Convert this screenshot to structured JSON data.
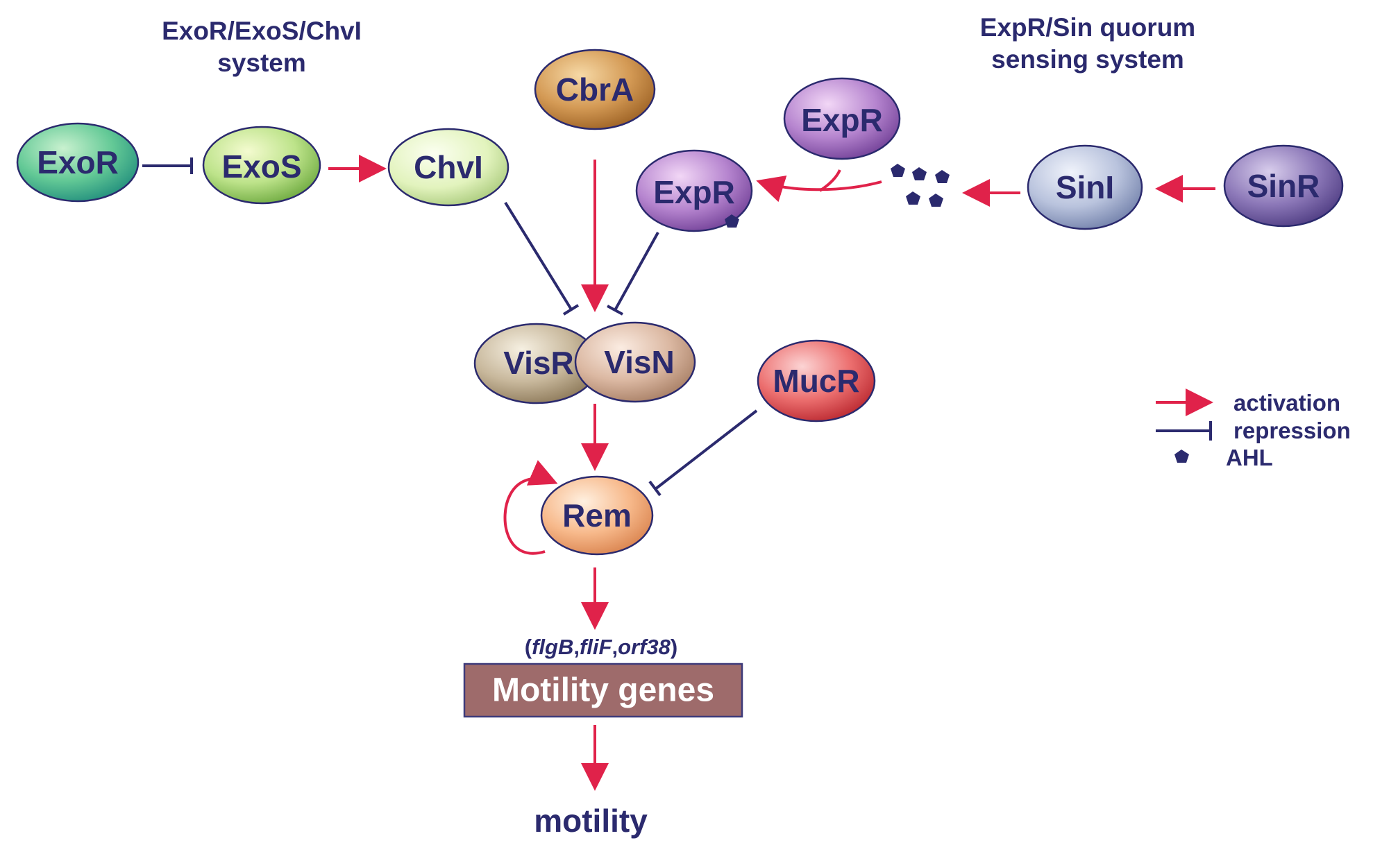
{
  "titles": {
    "left_line1": "ExoR/ExoS/ChvI",
    "left_line2": "system",
    "right_line1": "ExpR/Sin quorum",
    "right_line2": "sensing system"
  },
  "nodes": {
    "exor": "ExoR",
    "exos": "ExoS",
    "chvi": "ChvI",
    "cbra": "CbrA",
    "expr_top": "ExpR",
    "expr_bound": "ExpR",
    "sini": "SinI",
    "sinr": "SinR",
    "visr": "VisR",
    "visn": "VisN",
    "mucr": "MucR",
    "rem": "Rem"
  },
  "genes": {
    "open": "(",
    "flgb": "flgB",
    "sep1": ",",
    "flif": "fliF",
    "sep2": ",",
    "orf38": "orf38",
    "close": ")"
  },
  "box_label": "Motility genes",
  "outcome": "motility",
  "legend": {
    "activation": "activation",
    "repression": "repression",
    "ahl": "AHL"
  },
  "colors": {
    "activation": "#e0224a",
    "repression": "#2b2a6e",
    "label": "#2b2a6e",
    "box_fill": "#9e6b6b"
  }
}
